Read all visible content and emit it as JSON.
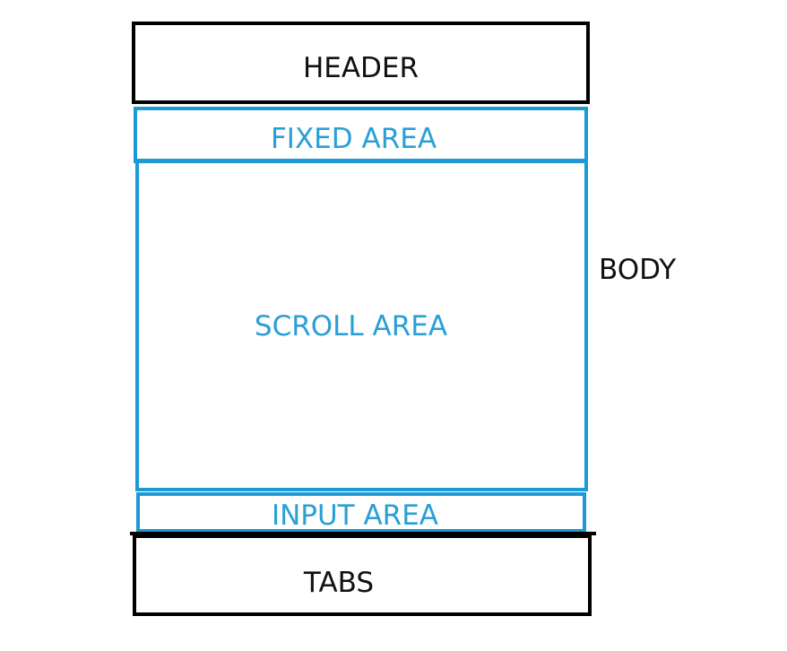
{
  "header": {
    "label": "HEADER"
  },
  "body": {
    "label": "BODY",
    "fixed_area": {
      "label": "FIXED AREA"
    },
    "scroll_area": {
      "label": "SCROLL AREA"
    },
    "input_area": {
      "label": "INPUT AREA"
    }
  },
  "tabs": {
    "label": "TABS"
  },
  "colors": {
    "outline": "#000000",
    "body_region": "#1d9ad6"
  }
}
